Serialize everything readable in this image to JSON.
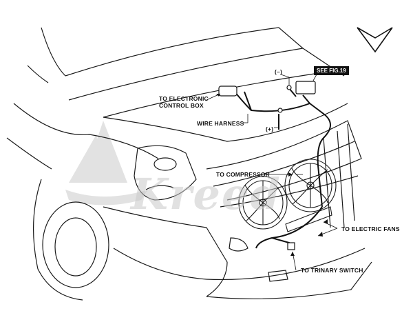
{
  "labels": {
    "to_electronic_control_box": "TO ELECTRONIC\nCONTROL BOX",
    "wire_harness": "WIRE HARNESS",
    "negative": "(–)",
    "positive": "(+)",
    "see_fig": "SEE FIG.19",
    "to_compressor": "TO COMPRESSOR",
    "to_electric_fans": "TO ELECTRIC FANS",
    "to_trinary_switch": "TO TRINARY SWITCH"
  },
  "watermark": {
    "text": "Kreed"
  },
  "colors": {
    "line": "#1a1a1a",
    "watermark": "#c9c9c9",
    "badge_bg": "#111111"
  }
}
